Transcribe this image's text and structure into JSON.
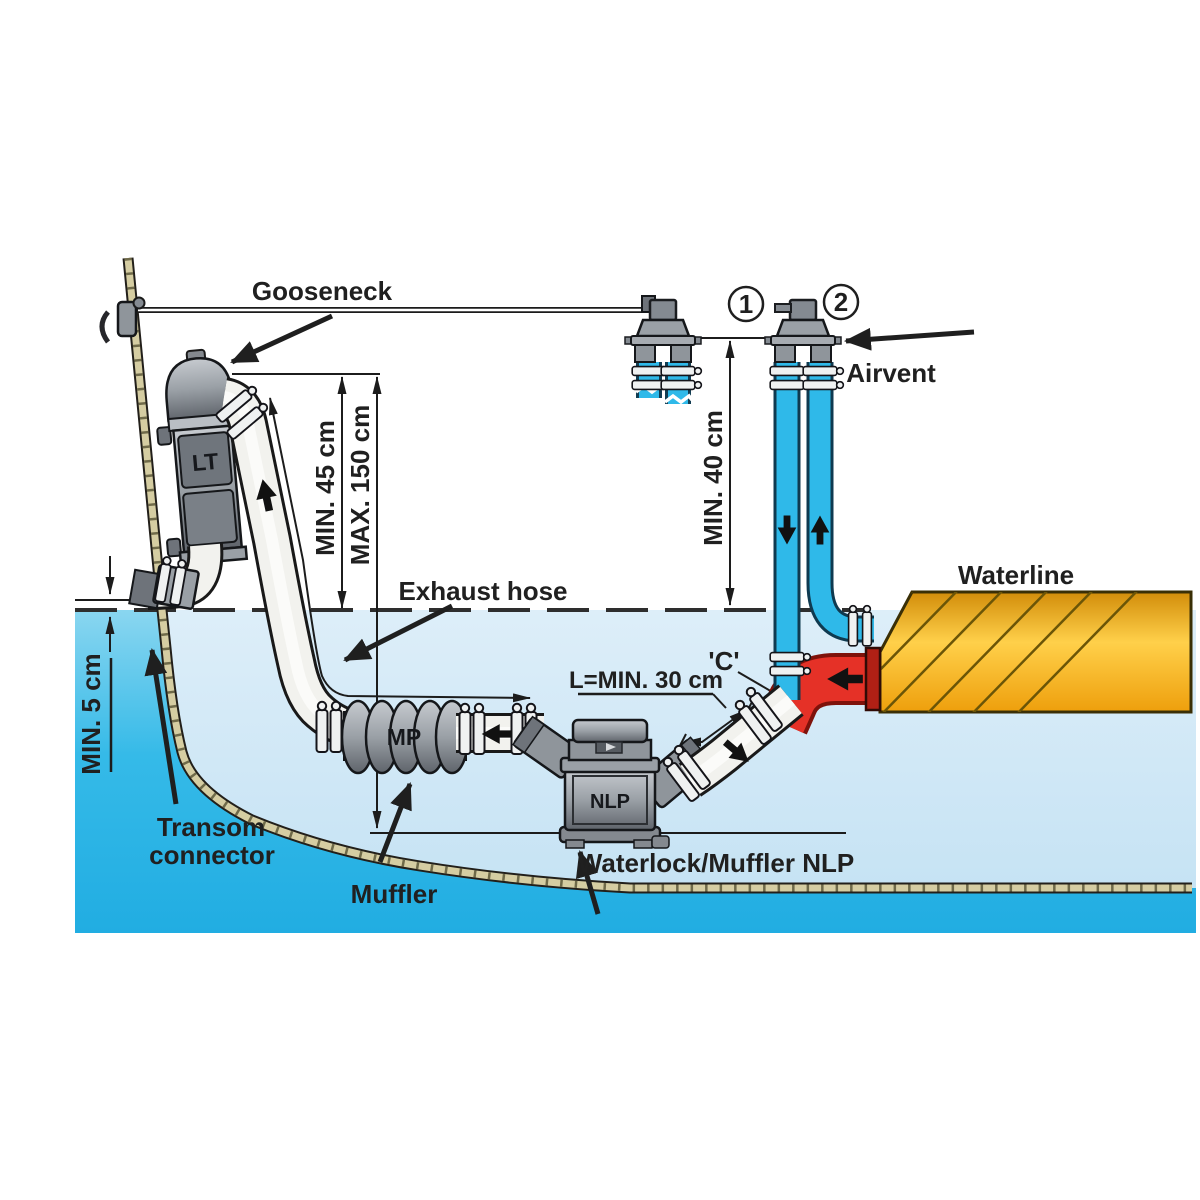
{
  "scene": {
    "labels": {
      "gooseneck": "Gooseneck",
      "airvent": "Airvent",
      "waterline": "Waterline",
      "exhaust_hose": "Exhaust hose",
      "transom_connector_1": "Transom",
      "transom_connector_2": "connector",
      "muffler": "Muffler",
      "waterlock_nlp": "Waterlock/Muffler NLP",
      "junction_c": "'C'",
      "hose_length": "L=MIN. 30 cm"
    },
    "dimensions": {
      "riser_min": "MIN. 45 cm",
      "riser_max": "MAX. 150 cm",
      "airvent_min": "MIN. 40 cm",
      "transom_min": "MIN. 5 cm"
    },
    "components": {
      "silencer": "LT",
      "muffler": "MP",
      "waterlock": "NLP"
    },
    "callouts": {
      "first": "1",
      "second": "2"
    },
    "colors": {
      "water_outside": "#2fb9e9",
      "water_inside": "#cfe7f6",
      "pipe_blue": "#2fb9e9",
      "hose_red": "#e53127",
      "engine_yellow": "#f7bc28",
      "hull_tan": "#d5cda2",
      "component_gray": "#9aa0a6",
      "line_black": "#1f1f1f"
    }
  }
}
